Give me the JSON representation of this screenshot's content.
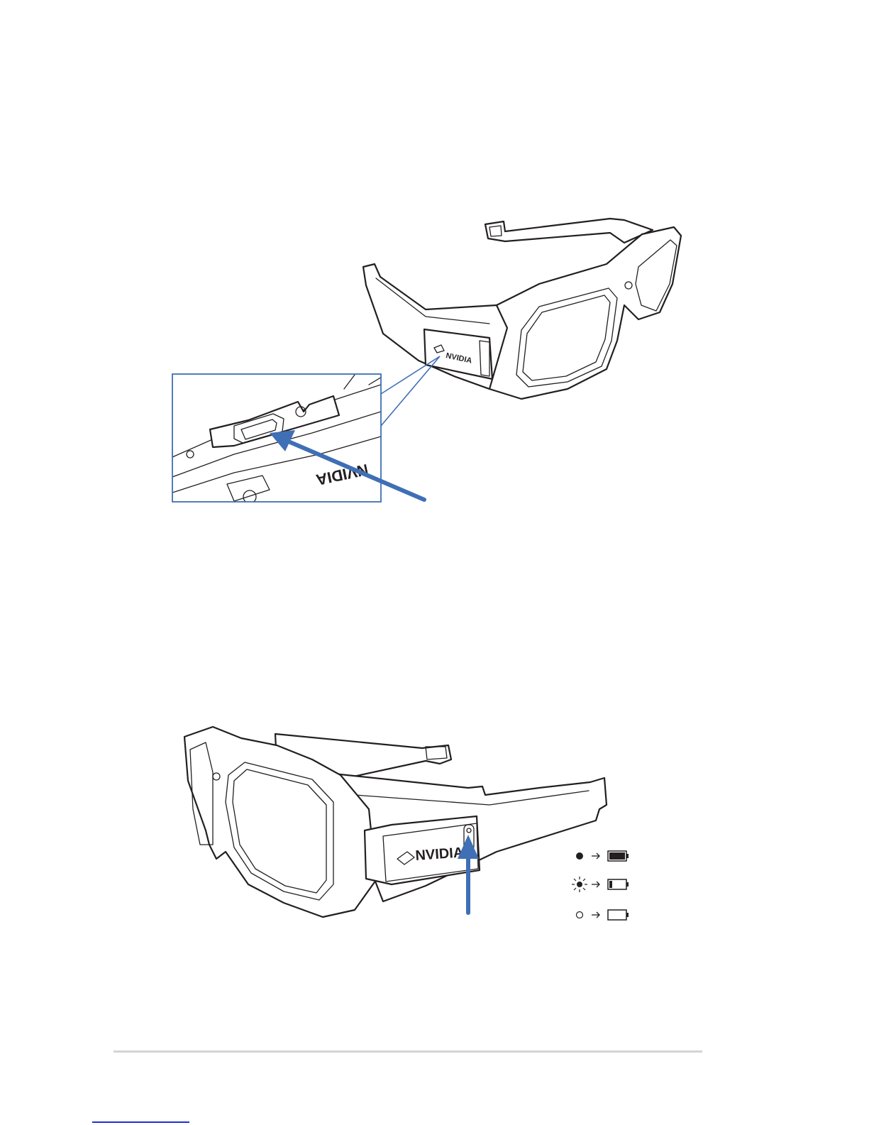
{
  "figures": {
    "top": {
      "brand_label": "NVIDIA",
      "zoom_brand_label": "NVIDIA"
    },
    "bottom": {
      "brand_label": "NVIDIA",
      "legend": [
        {
          "indicator": "led-solid-icon",
          "battery": "battery-full-icon"
        },
        {
          "indicator": "led-blinking-icon",
          "battery": "battery-low-icon"
        },
        {
          "indicator": "led-off-icon",
          "battery": "battery-empty-icon"
        }
      ]
    }
  },
  "colors": {
    "callout_blue": "#3f6fb5",
    "line_art": "#231f20",
    "footer_rule": "#d4d4d4",
    "footer_link": "#1f2fd3"
  }
}
